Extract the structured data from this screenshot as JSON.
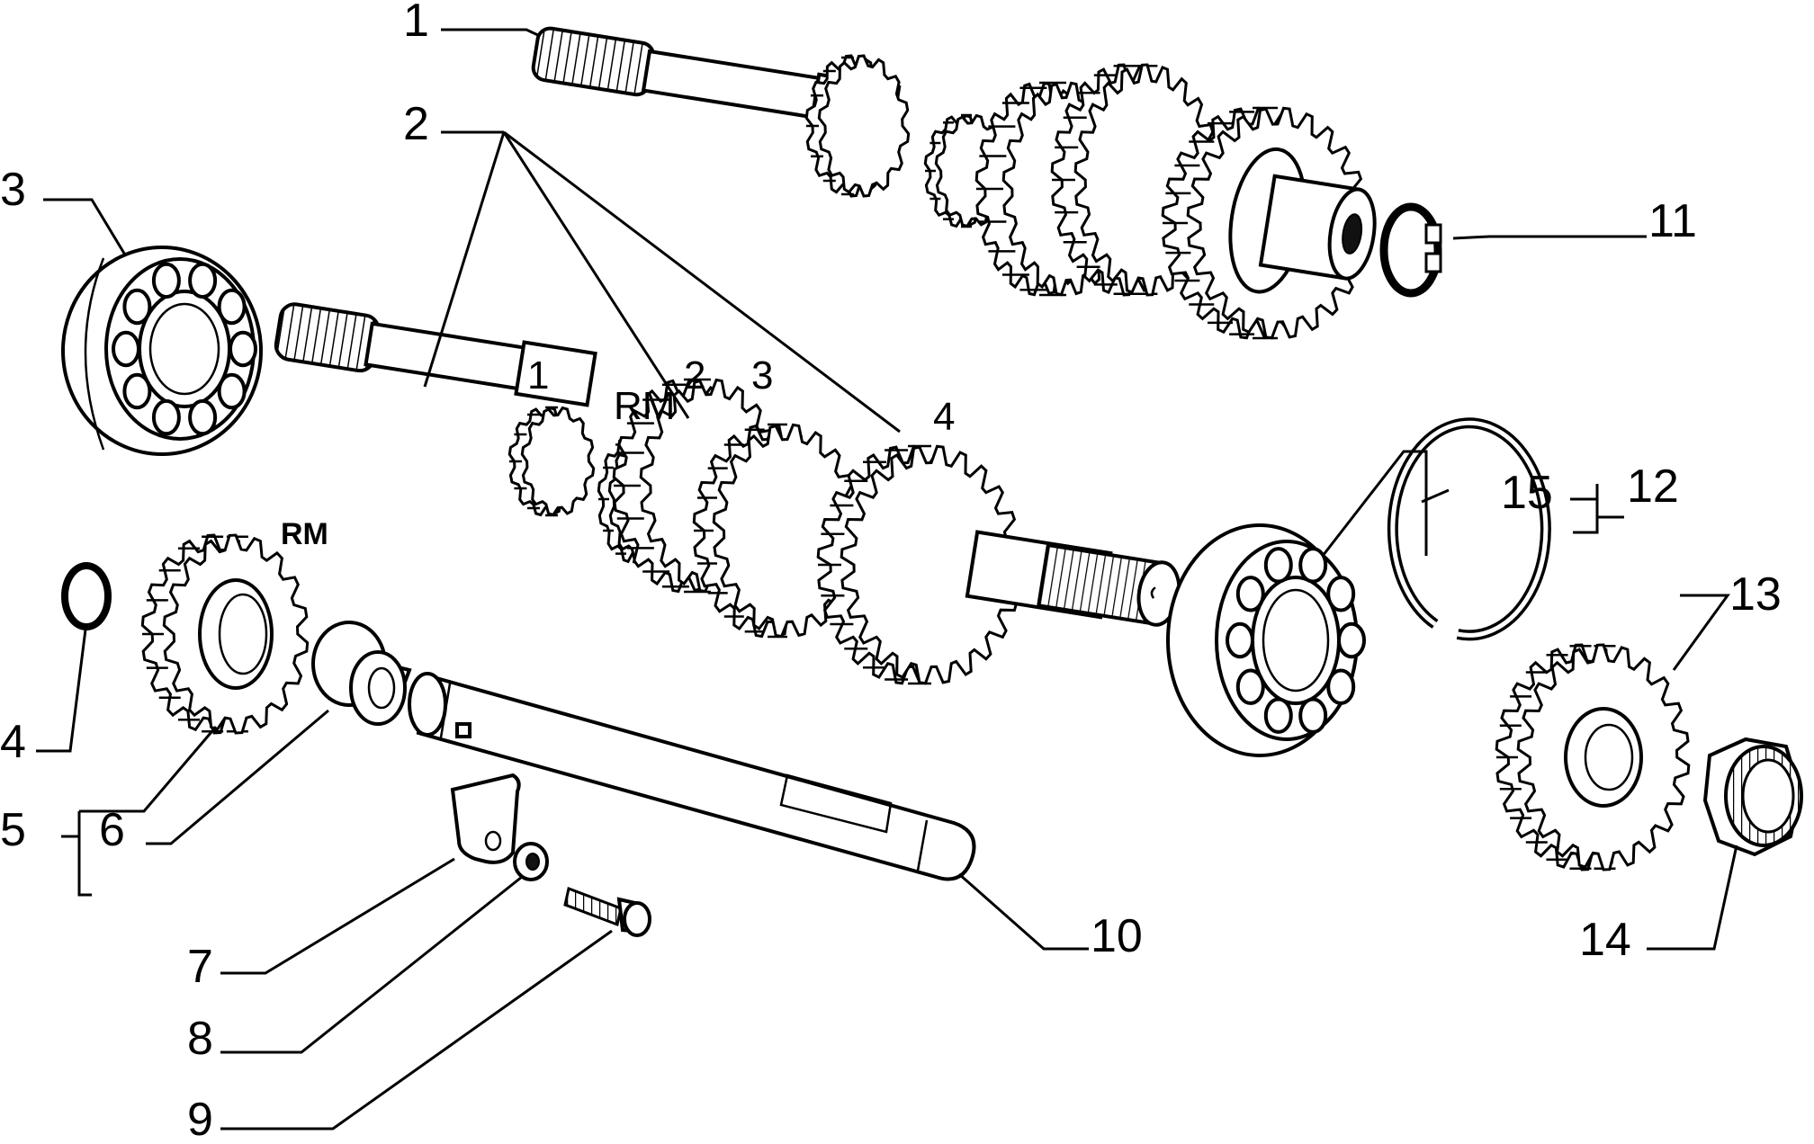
{
  "diagram": {
    "callouts": [
      {
        "id": "1",
        "text": "1"
      },
      {
        "id": "2",
        "text": "2"
      },
      {
        "id": "3",
        "text": "3"
      },
      {
        "id": "4",
        "text": "4"
      },
      {
        "id": "5",
        "text": "5"
      },
      {
        "id": "6",
        "text": "6"
      },
      {
        "id": "7",
        "text": "7"
      },
      {
        "id": "8",
        "text": "8"
      },
      {
        "id": "9",
        "text": "9"
      },
      {
        "id": "10",
        "text": "10"
      },
      {
        "id": "11",
        "text": "11"
      },
      {
        "id": "12",
        "text": "12"
      },
      {
        "id": "13",
        "text": "13"
      },
      {
        "id": "14",
        "text": "14"
      },
      {
        "id": "15",
        "text": "15"
      }
    ],
    "gear_labels": {
      "g1": "1",
      "grm": "RM",
      "g2": "2",
      "g3": "3",
      "g4": "4",
      "rm_gear": "RM"
    }
  }
}
